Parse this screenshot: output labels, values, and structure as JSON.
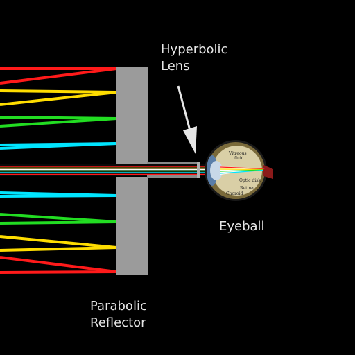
{
  "labels": {
    "lens": [
      "Hyperbolic",
      "Lens"
    ],
    "eyeball": "Eyeball",
    "reflector": [
      "Parabolic",
      "Reflector"
    ]
  },
  "eye_text": {
    "vitreous": [
      "Vitreous",
      "fluid"
    ],
    "optic_disk": "Optic disk",
    "retina": "Retina",
    "choroid": "Choroid"
  },
  "colors": {
    "background": "#000000",
    "reflector": "#9b9b9b",
    "red": "#ff1a1a",
    "yellow": "#ffdd00",
    "green": "#22dd22",
    "cyan": "#00e5ff",
    "text": "#e6e6e6"
  }
}
